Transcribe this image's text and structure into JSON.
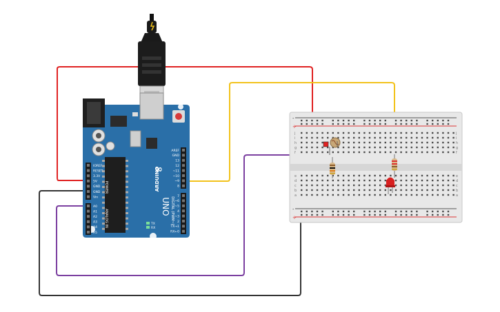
{
  "arduino": {
    "brand": "ARDUINO",
    "model": "UNO",
    "tx_label": "TX",
    "rx_label": "RX",
    "power_label": "POWER",
    "analog_label": "ANALOG IN",
    "digital_label": "DIGITAL (PWM~)",
    "power_pins": [
      "IOREF",
      "RESET",
      "3.3V",
      "5V",
      "GND",
      "GND",
      "Vin"
    ],
    "analog_pins": [
      "A0",
      "A1",
      "A2",
      "A3",
      "A4",
      "A5"
    ],
    "digital_top_pins": [
      "AREF",
      "GND",
      "13",
      "12",
      "~11",
      "~10",
      "~9",
      "8"
    ],
    "digital_bottom_pins": [
      "7",
      "~6",
      "~5",
      "4",
      "~3",
      "2",
      "TX→1",
      "RX←0"
    ]
  },
  "breadboard": {
    "rail_plus": "+",
    "rail_minus": "-",
    "row_letters_top": [
      "j",
      "i",
      "h",
      "g",
      "f"
    ],
    "row_letters_bottom": [
      "e",
      "d",
      "c",
      "b",
      "a"
    ]
  },
  "colors": {
    "board": "#2a6fa8",
    "wire_red": "#e02222",
    "wire_yellow": "#f2c21a",
    "wire_purple": "#7b3fa0",
    "wire_black": "#333333",
    "led": "#d82020"
  }
}
